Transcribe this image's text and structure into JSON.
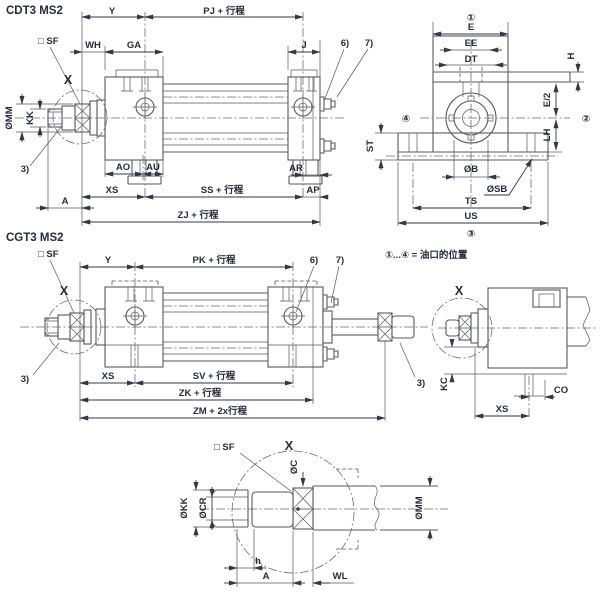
{
  "colors": {
    "background": "#ffffff",
    "line": "#585962",
    "dim_line": "#34364a",
    "text": "#282b3c"
  },
  "cdt3": {
    "title": "CDT3 MS2",
    "sf_label": "□ SF",
    "detail_label": "X",
    "dims": {
      "y": "Y",
      "pj": "PJ + 行程",
      "wh": "WH",
      "ga": "GA",
      "j": "J",
      "omm": "ØMM",
      "kk": "KK",
      "ao": "AO",
      "au": "AU",
      "ar": "AR",
      "xs": "XS",
      "ss": "SS + 行程",
      "ap": "AP",
      "a": "A",
      "zj": "ZJ + 行程"
    },
    "callouts": {
      "c3": "3)",
      "c6": "6)",
      "c7": "7)"
    }
  },
  "endview": {
    "port_markers": {
      "p1": "①",
      "p2": "②",
      "p3": "③",
      "p4": "④"
    },
    "dims": {
      "e": "E",
      "ee": "EE",
      "dt": "DT",
      "h": "H",
      "e2": "E/2",
      "st": "ST",
      "lh": "LH",
      "ob": "ØB",
      "osb": "ØSB",
      "ts": "TS",
      "us": "US"
    }
  },
  "cgt3": {
    "title": "CGT3 MS2",
    "sf_label": "□ SF",
    "detail_label": "X",
    "dims": {
      "y": "Y",
      "pk": "PK + 行程",
      "xs": "XS",
      "sv": "SV + 行程",
      "zk": "ZK + 行程",
      "zm": "ZM + 2x行程"
    },
    "callouts": {
      "c3_left": "3)",
      "c3_right": "3)",
      "c6": "6)",
      "c7": "7)"
    }
  },
  "note_ports": "①...④ = 油口的位置",
  "detail_right": {
    "detail_label": "X",
    "dims": {
      "kc": "KC",
      "co": "CO",
      "xs": "XS"
    }
  },
  "detail_bottom": {
    "detail_label": "X",
    "sf_label": "□ SF",
    "dims": {
      "oc": "ØC",
      "okk": "ØKK",
      "ocr": "ØCR",
      "omm": "ØMM",
      "h": "h",
      "a": "A",
      "wl": "WL"
    }
  }
}
